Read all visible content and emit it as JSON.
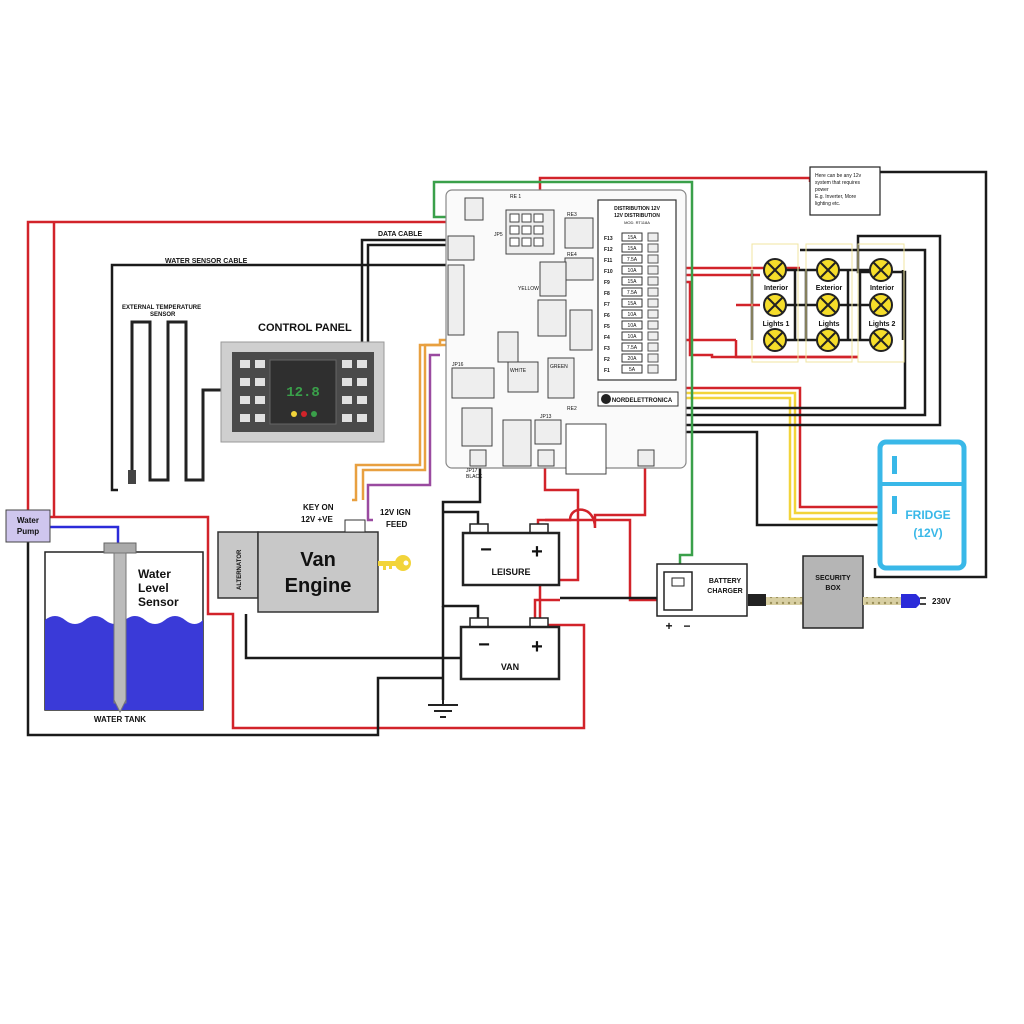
{
  "labels": {
    "data_cable": "DATA CABLE",
    "water_sensor_cable": "WATER SENSOR CABLE",
    "ext_temp_sensor_1": "EXTERNAL TEMPERATURE",
    "ext_temp_sensor_2": "SENSOR",
    "control_panel": "CONTROL PANEL",
    "panel_display": "12.8",
    "water_pump_1": "Water",
    "water_pump_2": "Pump",
    "water_level_1": "Water",
    "water_level_2": "Level",
    "water_level_3": "Sensor",
    "water_tank": "WATER TANK",
    "alternator": "ALTERNATOR",
    "van_engine_1": "Van",
    "van_engine_2": "Engine",
    "key_on_1": "KEY ON",
    "key_on_2": "12V +VE",
    "ign_feed_1": "12V IGN",
    "ign_feed_2": "FEED",
    "leisure": "LEISURE",
    "van": "VAN",
    "battery_charger_1": "BATTERY",
    "battery_charger_2": "CHARGER",
    "charger_plus": "+",
    "charger_minus": "−",
    "security_box_1": "SECURITY",
    "security_box_2": "BOX",
    "mains": "230V",
    "fridge_1": "FRIDGE",
    "fridge_2": "(12V)",
    "note_1": "Here can be any 12v",
    "note_2": "system that requires",
    "note_3": "power",
    "note_4": "E.g. Inverter, More",
    "note_5": "lighting etc.",
    "lights": [
      {
        "top": "Interior",
        "bottom": "Lights 1"
      },
      {
        "top": "Exterior",
        "bottom": "Lights"
      },
      {
        "top": "Interior",
        "bottom": "Lights 2"
      }
    ],
    "distribution_title_1": "DISTRIBUTION 12V",
    "distribution_title_2": "12V DISTRIBUTION",
    "distribution_title_3": "MOD. RT118A",
    "brand": "NORDELETTRONICA",
    "jp_labels": {
      "jp5": "JP5",
      "re1": "RE 1",
      "re3": "RE3",
      "re4": "RE4",
      "re2": "RE2",
      "jp16": "JP16",
      "jp13": "JP13",
      "jp17": "JP17",
      "jp17b": "BLACK",
      "yellow": "YELLOW",
      "white": "WHITE",
      "green": "GREEN"
    },
    "fuses": [
      {
        "name": "F13",
        "value": "15A"
      },
      {
        "name": "F12",
        "value": "15A"
      },
      {
        "name": "F11",
        "value": "7.5A"
      },
      {
        "name": "F10",
        "value": "10A"
      },
      {
        "name": "F9",
        "value": "15A"
      },
      {
        "name": "F8",
        "value": "7.5A"
      },
      {
        "name": "F7",
        "value": "15A"
      },
      {
        "name": "F6",
        "value": "10A"
      },
      {
        "name": "F5",
        "value": "10A"
      },
      {
        "name": "F4",
        "value": "10A"
      },
      {
        "name": "F3",
        "value": "7.5A"
      },
      {
        "name": "F2",
        "value": "20A"
      },
      {
        "name": "F1",
        "value": "5A"
      }
    ]
  },
  "colors": {
    "red": "#d2232a",
    "black": "#1a1a1a",
    "green": "#3aa04a",
    "orange": "#e8a040",
    "yellow": "#f2d43a",
    "blue": "#2b2bd9",
    "fridge": "#39b8e8",
    "tank_water": "#3a3ad8",
    "lamp": "#f5dd2a",
    "panel_bg": "#cfcfcf",
    "panel_face": "#4a4a4a",
    "engine": "#c8c8c8",
    "security": "#b5b5b5",
    "pump": "#cfc6ee"
  }
}
